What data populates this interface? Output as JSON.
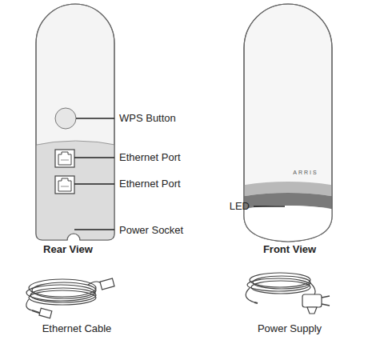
{
  "diagram": {
    "labels": [
      "WPS Button",
      "Ethernet Port",
      "Ethernet Port",
      "Power Socket",
      "Rear View",
      "LED",
      "ARRIS",
      "Front View",
      "Ethernet Cable",
      "Power Supply"
    ]
  }
}
